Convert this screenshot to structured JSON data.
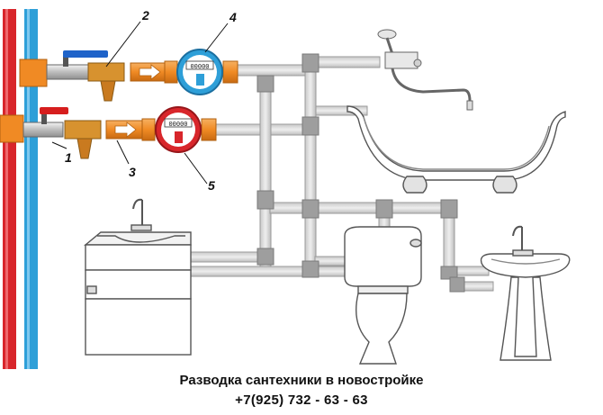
{
  "diagram": {
    "callouts": [
      "1",
      "2",
      "3",
      "4",
      "5"
    ],
    "meters": {
      "cold_display": "00000",
      "hot_display": "00000"
    },
    "colors": {
      "hot_riser": "#d8262b",
      "cold_riser": "#2e9fd8",
      "pipe_fill": "#dcdcdc",
      "pipe_stroke": "#9a9a9a",
      "fitting": "#9e9e9e",
      "orange_fitting": "#f08a24",
      "filter_body": "#c97a1f",
      "cold_handle": "#1f63c9",
      "hot_handle": "#d61e1e"
    }
  },
  "caption": {
    "title": "Разводка сантехники в новостройке",
    "phone": "+7(925) 732 - 63 - 63"
  }
}
